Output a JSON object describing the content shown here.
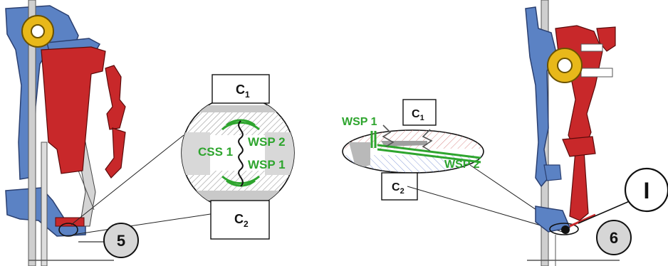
{
  "colors": {
    "housing_blue": "#5b82c4",
    "part_red": "#c8282a",
    "bearing_yellow": "#e8b81a",
    "label_green": "#2ea52e",
    "hatch_gray": "#9a9a9a",
    "hatch_red": "#d98a8a",
    "hatch_blue": "#8a9ed9",
    "outline": "#111111"
  },
  "left_detail": {
    "c1": {
      "main": "C",
      "sub": "1"
    },
    "c2": {
      "main": "C",
      "sub": "2"
    },
    "css1": "CSS 1",
    "wsp2": "WSP 2",
    "wsp1": "WSP 1",
    "marker": "5"
  },
  "right_detail": {
    "c1": {
      "main": "C",
      "sub": "1"
    },
    "c2": {
      "main": "C",
      "sub": "2"
    },
    "wsp1": "WSP 1",
    "wsp2": "WSP 2",
    "marker": "6",
    "roman": "I"
  },
  "icons": [
    "spring-icon",
    "bearing-icon",
    "ball-icon"
  ]
}
